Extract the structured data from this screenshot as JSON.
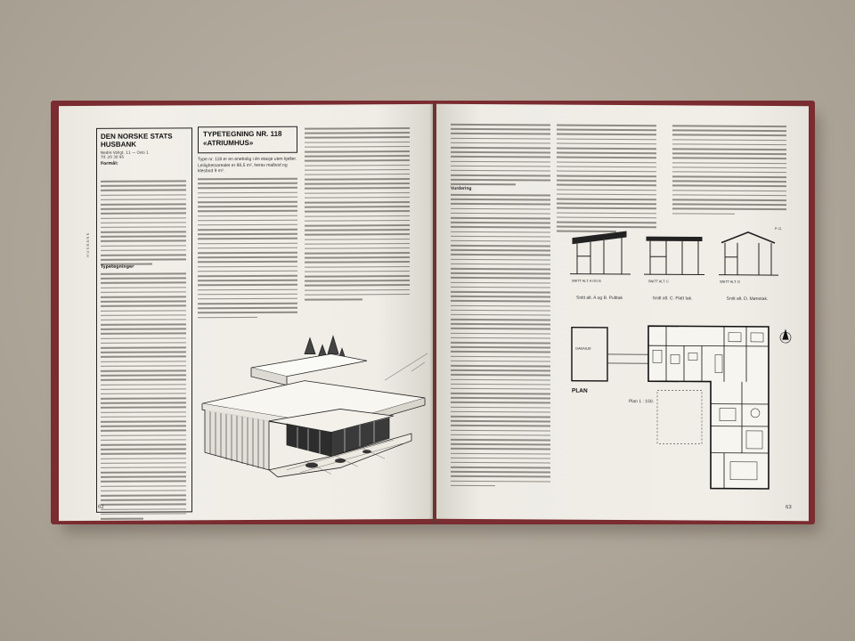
{
  "left_page": {
    "sidebox_title": "DEN NORSKE STATS HUSBANK",
    "sidebox_address": "Nedre Vollgt. 11 — Oslo 1",
    "sidebox_phone": "Tlf. 20 30 95",
    "sidebox_section_1": "Formål:",
    "sidebox_section_2": "Typetegninger",
    "heading_line_1": "TYPETEGNING NR. 118",
    "heading_line_2": "«ATRIUMHUS»",
    "intro_text": "Type nr. 118 er en enebolig i én etasje uten kjeller. Leilighetsarealet er 88,5 m², herav malbod og klesbod 9 m².",
    "page_number": "62",
    "side_label": "H U S B A N K"
  },
  "right_page": {
    "section_heading": "Vurdering",
    "section_caption_1": "Snitt alt. A og B. Pulttak",
    "section_caption_2": "Snitt alt. C. Flatt tak.",
    "section_caption_3": "Snitt alt. D. Mønetak.",
    "snitt_1": "SNITT ALT. A OG B",
    "snitt_2": "SNITT ALT. C",
    "snitt_3": "SNITT ALT. D",
    "plan_label": "PLAN",
    "plan_scale": "Plan 1 : 150.",
    "garage_label": "GARASJE",
    "initials": "P. G.",
    "page_number": "63"
  }
}
